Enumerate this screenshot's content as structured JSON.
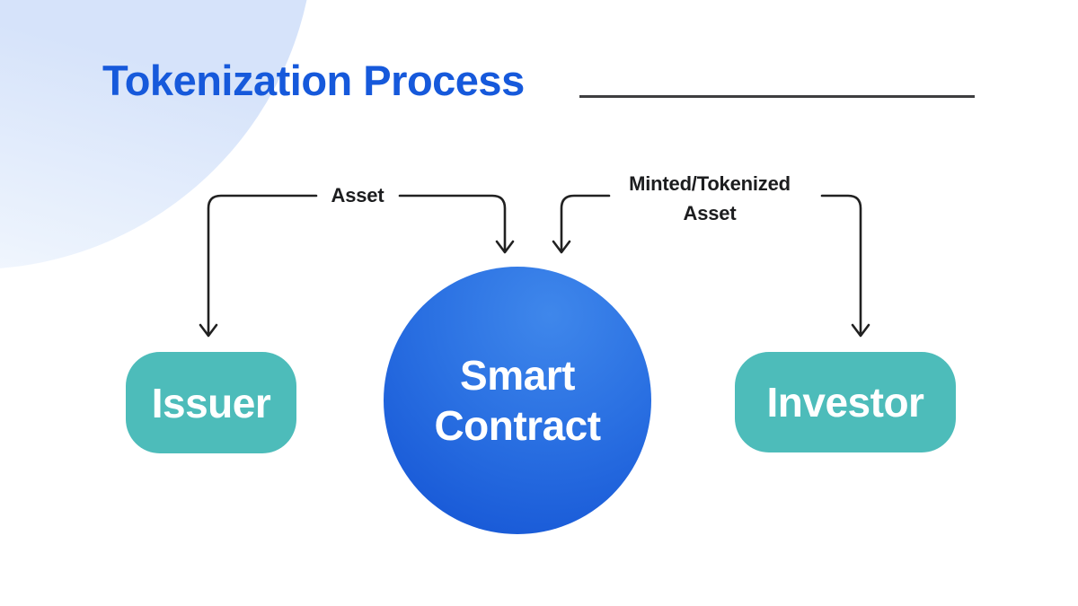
{
  "title": {
    "text": "Tokenization Process"
  },
  "nodes": {
    "issuer": {
      "label": "Issuer"
    },
    "smart_contract": {
      "label_line1": "Smart",
      "label_line2": "Contract"
    },
    "investor": {
      "label": "Investor"
    }
  },
  "edges": {
    "asset": {
      "label": "Asset"
    },
    "minted_tokenized": {
      "label_line1": "Minted/Tokenized",
      "label_line2": "Asset"
    }
  },
  "colors": {
    "title_blue": "#1659db",
    "rule_gray": "#3e3e40",
    "circle_blue_light": "#3f87eb",
    "circle_blue_mid": "#2a70e2",
    "circle_blue_dark": "#1251d3",
    "node_teal": "#4dbcba",
    "arrow_dark": "#212121",
    "label_dark": "#1c1d1f",
    "blob_light_blue": "#d6e3fa",
    "text_white": "#ffffff"
  }
}
